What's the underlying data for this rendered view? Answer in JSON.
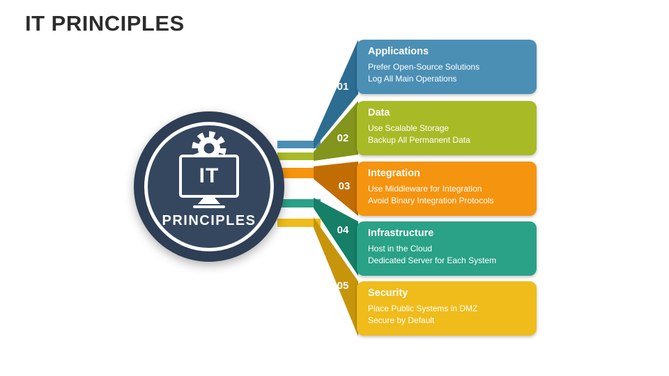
{
  "title": "IT PRINCIPLES",
  "emblem": {
    "monitor_text": "IT",
    "caption": "PRINCIPLES"
  },
  "colors": {
    "navy_outer": "#2e3e54",
    "navy_inner": "#35475f",
    "title_text": "#2d2d2d"
  },
  "items": [
    {
      "number": "01",
      "title": "Applications",
      "lines": [
        "Prefer Open-Source Solutions",
        "Log All Main Operations"
      ],
      "color": "#4b8fb5",
      "dark": "#2d6d92"
    },
    {
      "number": "02",
      "title": "Data",
      "lines": [
        "Use Scalable Storage",
        "Backup All Permanent Data"
      ],
      "color": "#a9ba27",
      "dark": "#83951c"
    },
    {
      "number": "03",
      "title": "Integration",
      "lines": [
        "Use Middleware for Integration",
        "Avoid Binary Integration Protocols"
      ],
      "color": "#f5940f",
      "dark": "#c26d03"
    },
    {
      "number": "04",
      "title": "Infrastructure",
      "lines": [
        "Host in the Cloud",
        "Dedicated Server for Each System"
      ],
      "color": "#2aa287",
      "dark": "#167f67"
    },
    {
      "number": "05",
      "title": "Security",
      "lines": [
        "Place Public Systems in DMZ",
        "Secure by Default"
      ],
      "color": "#efbc1b",
      "dark": "#c7950c"
    }
  ]
}
